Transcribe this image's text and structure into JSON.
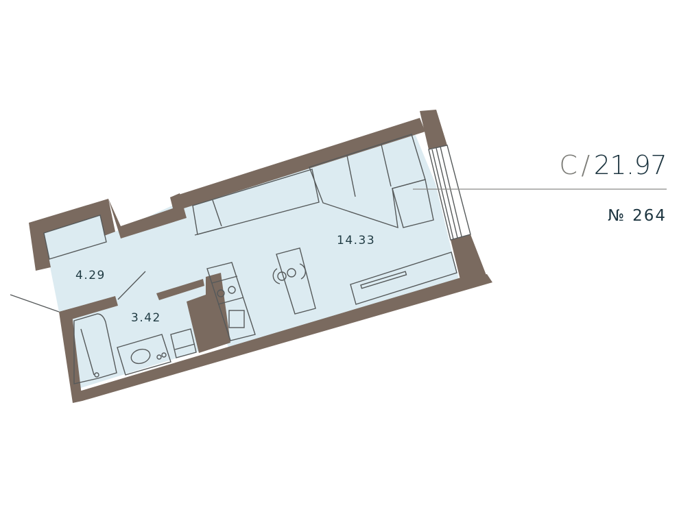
{
  "plan": {
    "colors": {
      "wall": "#7a6a5f",
      "floor": "#dcebf1",
      "line": "#55595a",
      "leader": "#8a8a86"
    },
    "rooms": [
      {
        "id": "hall",
        "area": "4.29"
      },
      {
        "id": "bathroom",
        "area": "3.42"
      },
      {
        "id": "living",
        "area": "14.33"
      }
    ],
    "fixtures": [
      "wardrobe-hangers",
      "ventilation-fan",
      "sofa-cushions",
      "window",
      "tv-stand",
      "dining-table",
      "kitchen-hob",
      "kitchen-sink",
      "bathtub",
      "washbasin",
      "washing-machine",
      "entrance-door"
    ]
  },
  "info": {
    "type": "С",
    "separator": "/",
    "total_area": "21.97",
    "number_sign": "№",
    "number": "264"
  }
}
